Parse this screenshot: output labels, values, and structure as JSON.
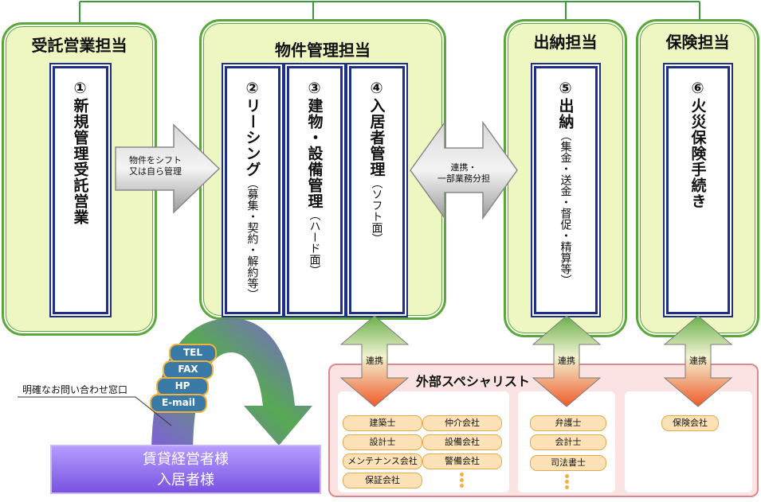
{
  "departments": {
    "consign": {
      "title": "受託営業担当"
    },
    "property": {
      "title": "物件管理担当"
    },
    "cashier": {
      "title": "出納担当"
    },
    "insurance": {
      "title": "保険担当"
    }
  },
  "tasks": {
    "t1": {
      "main": "①新規管理受託営業",
      "sub": ""
    },
    "t2": {
      "main": "②リーシング",
      "sub": "（募集・契約・解約等）"
    },
    "t3": {
      "main": "③建物・設備管理",
      "sub": "（ハード面）"
    },
    "t4": {
      "main": "④入居者管理",
      "sub": "（ソフト面）"
    },
    "t5": {
      "main": "⑤出納",
      "sub": "（集金・送金・督促・精算等）"
    },
    "t6": {
      "main": "⑥火災保険手続き",
      "sub": ""
    }
  },
  "arrows": {
    "shift": {
      "line1": "物件をシフト",
      "line2": "又は自ら管理"
    },
    "cooperate": {
      "line1": "連携・",
      "line2": "一部業務分担"
    },
    "link1": "連携",
    "link2": "連携",
    "link3": "連携"
  },
  "specialists": {
    "title": "外部スペシャリスト",
    "group1": [
      "建築士",
      "仲介会社",
      "設計士",
      "設備会社",
      "メンテナンス会社",
      "警備会社",
      "保証会社"
    ],
    "group2": [
      "弁護士",
      "会計士",
      "司法書士"
    ],
    "group3": [
      "保険会社"
    ]
  },
  "contact": {
    "label": "明確なお問い合わせ窓口",
    "channels": [
      "TEL",
      "FAX",
      "HP",
      "E-mail"
    ]
  },
  "owners": {
    "line1": "賃貸経営者様",
    "line2": "入居者様"
  },
  "colors": {
    "panel_fill": "#eef7c2",
    "panel_border": "#5aa83a",
    "card_border": "#1e2f8a",
    "specialist_fill": "#fbe3e3",
    "owner_fill": "#8a63ea"
  }
}
